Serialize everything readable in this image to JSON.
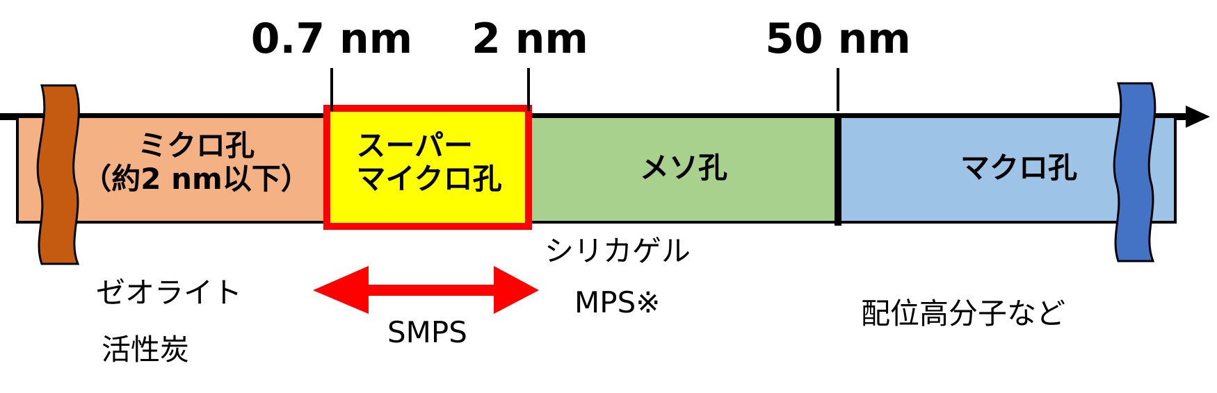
{
  "ticks": [
    {
      "label": "0.7 nm"
    },
    {
      "label": "2 nm"
    },
    {
      "label": "50 nm"
    }
  ],
  "bands": {
    "micro": {
      "line1": "ミクロ孔",
      "line2": "（約2 nm以下）",
      "color": "#F4B183"
    },
    "super_micro": {
      "line1": "スーパー",
      "line2": "マイクロ孔",
      "color": "#FFFF00",
      "border": "#FF0000"
    },
    "meso": {
      "label": "メソ孔",
      "color": "#A9D18E"
    },
    "macro": {
      "label": "マクロ孔",
      "color": "#9DC3E6"
    }
  },
  "break_marks": {
    "left_color": "#C55A11",
    "right_color": "#4472C4"
  },
  "arrow": {
    "label": "SMPS",
    "color": "#FF0000"
  },
  "examples": {
    "micro": [
      "ゼオライト",
      "活性炭"
    ],
    "meso": [
      "シリカゲル",
      "MPS※"
    ],
    "macro": [
      "配位高分子など"
    ]
  }
}
